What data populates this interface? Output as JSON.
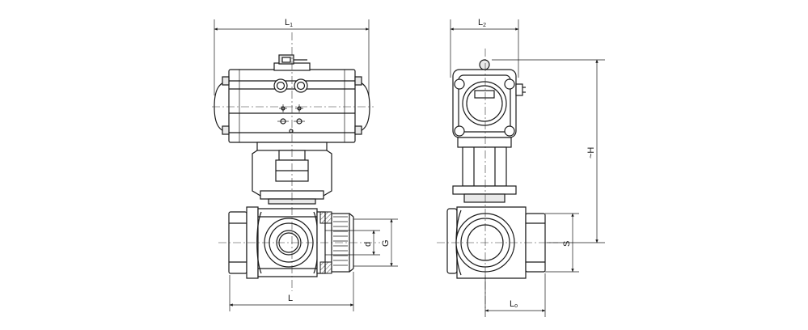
{
  "dimensions": {
    "L1": {
      "main": "L",
      "sub": "1"
    },
    "L2": {
      "main": "L",
      "sub": "2"
    },
    "H": "~H",
    "L": "L",
    "d": "d",
    "G": "G",
    "S": "S",
    "Lo": {
      "main": "L",
      "sub": "o"
    }
  }
}
